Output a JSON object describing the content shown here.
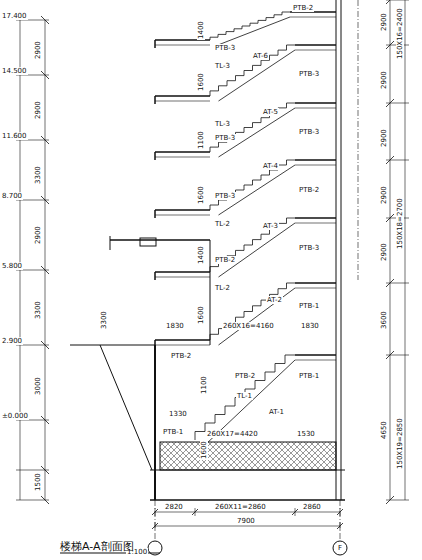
{
  "diagram": {
    "title": "楼梯A-A剖面图",
    "labels": [
      "PTB-2",
      "PTB-3",
      "TL-3",
      "AT-6",
      "PTB-3",
      "AT-5",
      "TL-3",
      "PTB-3",
      "AT-4",
      "PTB-3",
      "PTB-3",
      "TL-2",
      "AT-3",
      "PTB-2",
      "PTB-3",
      "PTB-2",
      "TL-2",
      "AT-2",
      "PTB-1",
      "260X16=4160",
      "1830",
      "1830",
      "PTB-2",
      "PTB-2",
      "TL-1",
      "AT-1",
      "PTB-1",
      "1330",
      "260X17=4420",
      "1530",
      "PTB-1",
      "2820",
      "260X11=2860",
      "2860",
      "7900",
      "1:100",
      "2900",
      "2900",
      "3300",
      "2900",
      "3300",
      "3000",
      "1500",
      "17.400",
      "14.500",
      "11.600",
      "8.700",
      "5.800",
      "2.900",
      "±0.000",
      "1400",
      "1600",
      "1100",
      "1600",
      "1400",
      "1600",
      "1100",
      "1600",
      "3300",
      "2900",
      "2900",
      "2900",
      "2900",
      "2900",
      "3600",
      "4650",
      "150X16=2400",
      "150X18=2700",
      "150X19=2850",
      "F"
    ]
  }
}
